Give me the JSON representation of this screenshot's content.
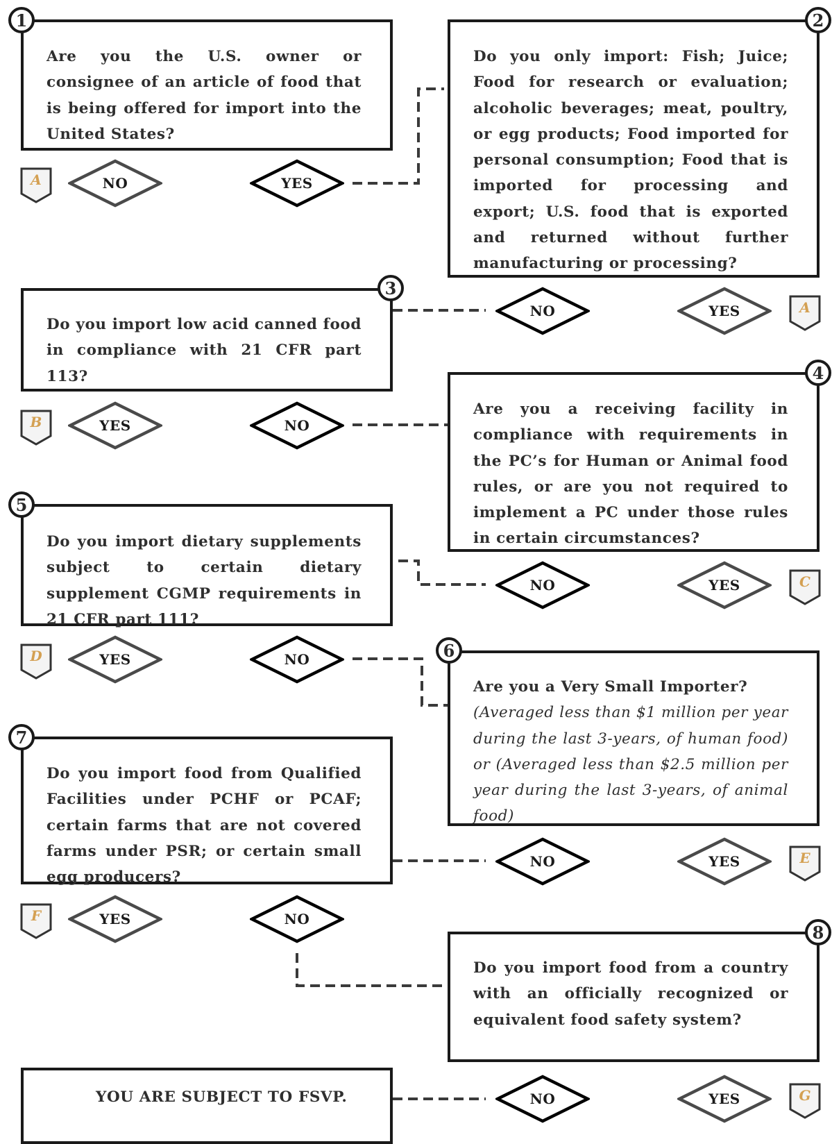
{
  "questions": {
    "q1": {
      "number": "1",
      "text": "Are you the U.S. owner or consignee of an article of food that is being offered for import into the United States?"
    },
    "q2": {
      "number": "2",
      "text": "Do you only import: Fish; Juice; Food for research or evaluation; alcoholic bever­ages; meat, poultry, or egg products; Food imported for personal consump­tion; Food that is imported for process­ing and export; U.S. food that is exported and returned without further manufacturing or processing?"
    },
    "q3": {
      "number": "3",
      "text": "Do you import low acid canned food in compliance with 21 CFR part 113?"
    },
    "q4": {
      "number": "4",
      "text": "Are you a receiving facility in compli­ance with requirements in the PC’s for Human or Animal food rules, or are you not required to implement a PC under those rules in certain circumstances?"
    },
    "q5": {
      "number": "5",
      "text": "Do you import dietary supplements subject to certain dietary supplement CGMP requirements in 21 CFR part 111?"
    },
    "q6": {
      "number": "6",
      "text": "Are you a Very Small Importer?",
      "subtext": "(Averaged less than $1 million per year during the last 3-years, of human food) or (Averaged less than $2.5 million per year during the last 3-years, of animal food)"
    },
    "q7": {
      "number": "7",
      "text": "Do you import food from Qualified Facilities under PCHF or PCAF; certain farms that are not covered farms under PSR; or certain small egg producers?"
    },
    "q8": {
      "number": "8",
      "text": "Do you import food from a country with an officially recognized or equivalent food safety system?"
    }
  },
  "final": {
    "text": "YOU ARE SUBJECT TO FSVP."
  },
  "answers": {
    "yes": "YES",
    "no": "NO"
  },
  "tags": {
    "a": "A",
    "b": "B",
    "c": "C",
    "d": "D",
    "e": "E",
    "f": "F",
    "g": "G"
  },
  "colors": {
    "border": "#1a1a1a",
    "diamond_dark": "#000000",
    "diamond_light": "#4a4a4a",
    "tag_text": "#d4a052",
    "tag_fill": "#f4f4f4"
  }
}
